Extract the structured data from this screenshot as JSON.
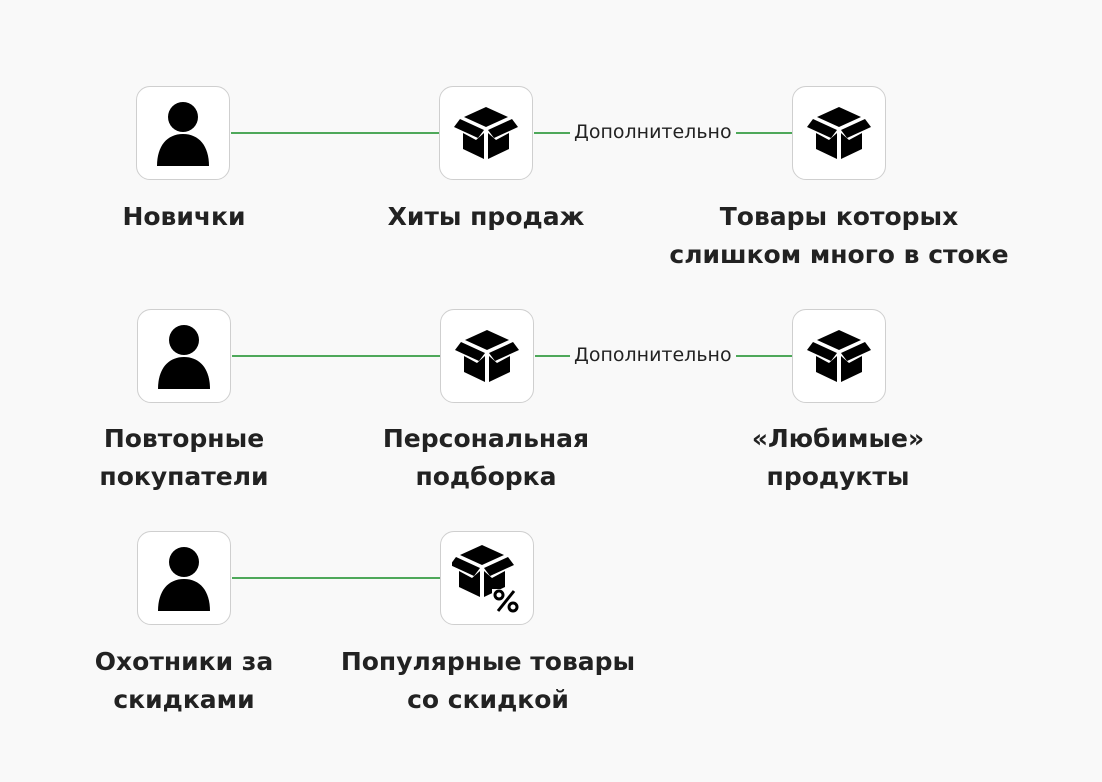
{
  "rows": [
    {
      "segment": {
        "lines": [
          "Новички"
        ]
      },
      "product": {
        "lines": [
          "Хиты продаж"
        ],
        "icon": "box-icon"
      },
      "extra_label": "Дополнительно",
      "extra": {
        "lines": [
          "Товары которых",
          "слишком много в стоке"
        ],
        "icon": "box-icon"
      }
    },
    {
      "segment": {
        "lines": [
          "Повторные",
          "покупатели"
        ]
      },
      "product": {
        "lines": [
          "Персональная",
          "подборка"
        ],
        "icon": "box-icon"
      },
      "extra_label": "Дополнительно",
      "extra": {
        "lines": [
          "«Любимые»",
          "продукты"
        ],
        "icon": "box-icon"
      }
    },
    {
      "segment": {
        "lines": [
          "Охотники за",
          "скидками"
        ]
      },
      "product": {
        "lines": [
          "Популярные товары",
          "со скидкой"
        ],
        "icon": "discount-box-icon"
      }
    }
  ],
  "colors": {
    "connector": "#4ea85a",
    "icon": "#000000",
    "background": "#f9f9f9"
  }
}
